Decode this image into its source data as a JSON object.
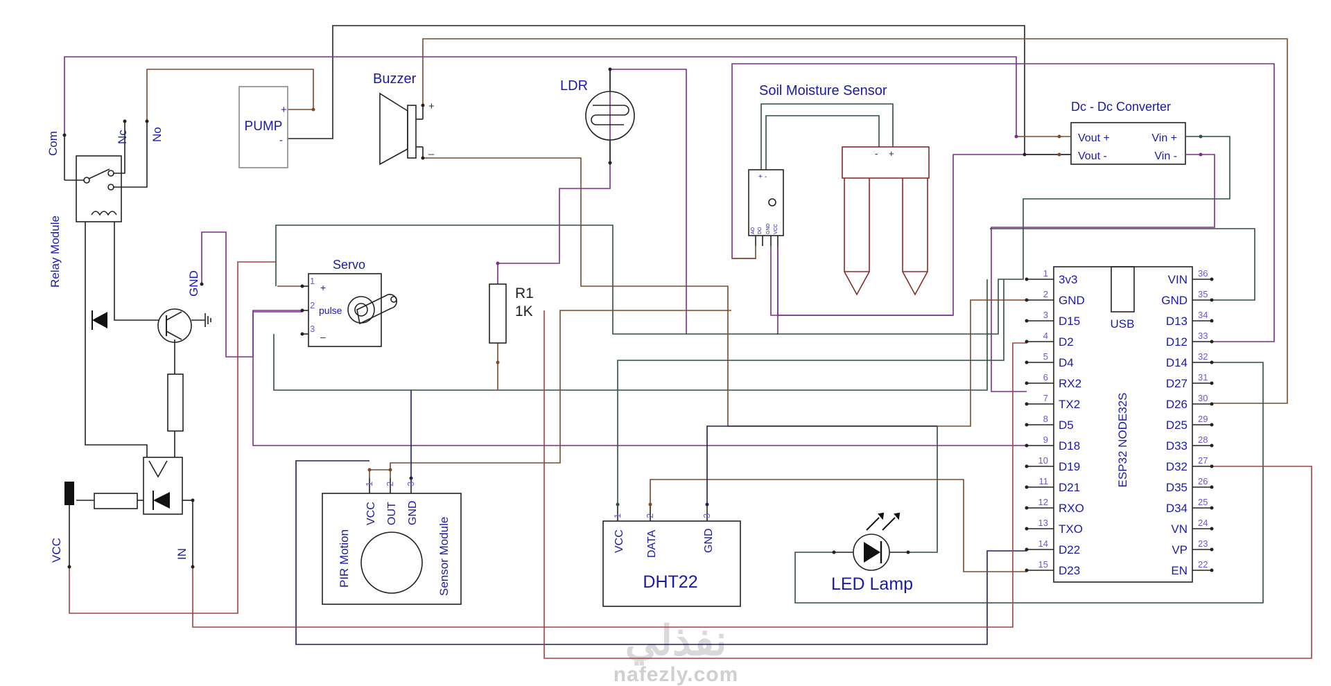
{
  "components": {
    "relay": {
      "title": "Relay Module",
      "com": "Com",
      "nc": "Nc",
      "no": "No",
      "gnd": "GND",
      "vcc": "VCC",
      "in": "IN"
    },
    "pump": {
      "title": "PUMP",
      "plus": "+",
      "minus": "-"
    },
    "buzzer": {
      "title": "Buzzer",
      "plus": "+",
      "minus": "–"
    },
    "ldr": {
      "title": "LDR"
    },
    "resistor": {
      "name": "R1",
      "value": "1K"
    },
    "servo": {
      "title": "Servo",
      "pins": [
        "+",
        "pulse",
        "–"
      ],
      "pin_numbers": [
        "1",
        "2",
        "3"
      ]
    },
    "soil": {
      "title": "Soil Moisture Sensor",
      "probe_pins": [
        "-",
        "+"
      ],
      "board_pins": [
        "+",
        "-"
      ],
      "board_labels": [
        "AO",
        "DO",
        "GND",
        "VCC"
      ]
    },
    "converter": {
      "title": "Dc - Dc Converter",
      "vout_plus": "Vout +",
      "vout_minus": "Vout -",
      "vin_plus": "Vin +",
      "vin_minus": "Vin -"
    },
    "pir": {
      "title": "PIR Motion",
      "subtitle": "Sensor Module",
      "pins": [
        "VCC",
        "OUT",
        "GND"
      ],
      "pin_numbers": [
        "1",
        "2",
        "3"
      ]
    },
    "dht": {
      "title": "DHT22",
      "pins": [
        "VCC",
        "DATA",
        "GND"
      ],
      "pin_numbers": [
        "1",
        "2",
        "3"
      ]
    },
    "led": {
      "title": "LED Lamp"
    },
    "esp32": {
      "title": "ESP32 NODE32S",
      "usb": "USB",
      "left_pins": [
        {
          "num": "1",
          "label": "3v3"
        },
        {
          "num": "2",
          "label": "GND"
        },
        {
          "num": "3",
          "label": "D15"
        },
        {
          "num": "4",
          "label": "D2"
        },
        {
          "num": "5",
          "label": "D4"
        },
        {
          "num": "6",
          "label": "RX2"
        },
        {
          "num": "7",
          "label": "TX2"
        },
        {
          "num": "8",
          "label": "D5"
        },
        {
          "num": "9",
          "label": "D18"
        },
        {
          "num": "10",
          "label": "D19"
        },
        {
          "num": "11",
          "label": "D21"
        },
        {
          "num": "12",
          "label": "RXO"
        },
        {
          "num": "13",
          "label": "TXO"
        },
        {
          "num": "14",
          "label": "D22"
        },
        {
          "num": "15",
          "label": "D23"
        }
      ],
      "right_pins": [
        {
          "num": "36",
          "label": "VIN"
        },
        {
          "num": "35",
          "label": "GND"
        },
        {
          "num": "34",
          "label": "D13"
        },
        {
          "num": "33",
          "label": "D12"
        },
        {
          "num": "32",
          "label": "D14"
        },
        {
          "num": "31",
          "label": "D27"
        },
        {
          "num": "30",
          "label": "D26"
        },
        {
          "num": "29",
          "label": "D25"
        },
        {
          "num": "28",
          "label": "D33"
        },
        {
          "num": "27",
          "label": "D32"
        },
        {
          "num": "26",
          "label": "D35"
        },
        {
          "num": "25",
          "label": "D34"
        },
        {
          "num": "24",
          "label": "VN"
        },
        {
          "num": "23",
          "label": "VP"
        },
        {
          "num": "22",
          "label": "EN"
        }
      ]
    }
  },
  "watermark": {
    "arabic": "نفذلي",
    "latin": "nafezly.com"
  },
  "colors": {
    "label": "#1a1aa8",
    "pin_number": "#6a5acd",
    "wire_purple": "#7b2d8e",
    "wire_brown": "#7a4a2a",
    "wire_green": "#2f4f3f",
    "wire_red": "#a04040",
    "wire_navy": "#1e1e5a",
    "component": "#333333",
    "probe": "#8b2a2a"
  }
}
